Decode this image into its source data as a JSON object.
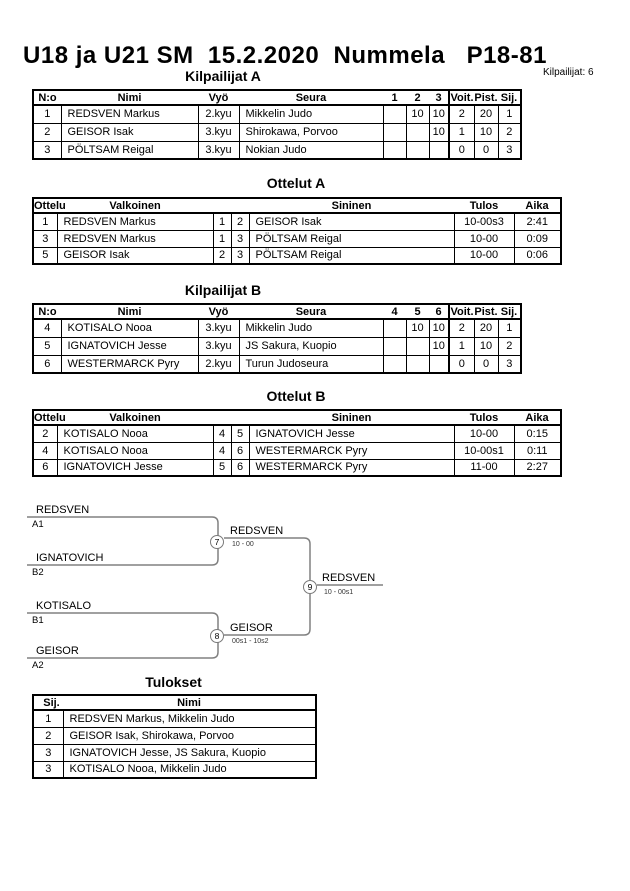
{
  "title": "U18 ja U21 SM  15.2.2020  Nummela   P18-81",
  "competitors_label": "Kilpailijat: 6",
  "pool_a": {
    "heading": "Kilpailijat A",
    "headers": {
      "no": "N:o",
      "name": "Nimi",
      "belt": "Vyö",
      "club": "Seura",
      "c1": "1",
      "c2": "2",
      "c3": "3",
      "wins": "Voit.",
      "points": "Pist.",
      "place": "Sij."
    },
    "rows": [
      {
        "no": "1",
        "name": "REDSVEN Markus",
        "belt": "2.kyu",
        "club": "Mikkelin Judo",
        "c1": "",
        "c2": "10",
        "c3": "10",
        "wins": "2",
        "points": "20",
        "place": "1"
      },
      {
        "no": "2",
        "name": "GEISOR Isak",
        "belt": "3.kyu",
        "club": "Shirokawa, Porvoo",
        "c1": "",
        "c2": "",
        "c3": "10",
        "wins": "1",
        "points": "10",
        "place": "2"
      },
      {
        "no": "3",
        "name": "PÖLTSAM Reigal",
        "belt": "3.kyu",
        "club": "Nokian Judo",
        "c1": "",
        "c2": "",
        "c3": "",
        "wins": "0",
        "points": "0",
        "place": "3"
      }
    ]
  },
  "matches_a": {
    "heading": "Ottelut A",
    "headers": {
      "match": "Ottelu",
      "white": "Valkoinen",
      "blue": "Sininen",
      "result": "Tulos",
      "time": "Aika"
    },
    "rows": [
      {
        "match": "1",
        "white": "REDSVEN Markus",
        "wn": "1",
        "bn": "2",
        "blue": "GEISOR Isak",
        "result": "10-00s3",
        "time": "2:41"
      },
      {
        "match": "3",
        "white": "REDSVEN Markus",
        "wn": "1",
        "bn": "3",
        "blue": "PÖLTSAM Reigal",
        "result": "10-00",
        "time": "0:09"
      },
      {
        "match": "5",
        "white": "GEISOR Isak",
        "wn": "2",
        "bn": "3",
        "blue": "PÖLTSAM Reigal",
        "result": "10-00",
        "time": "0:06"
      }
    ]
  },
  "pool_b": {
    "heading": "Kilpailijat B",
    "headers": {
      "no": "N:o",
      "name": "Nimi",
      "belt": "Vyö",
      "club": "Seura",
      "c1": "4",
      "c2": "5",
      "c3": "6",
      "wins": "Voit.",
      "points": "Pist.",
      "place": "Sij."
    },
    "rows": [
      {
        "no": "4",
        "name": "KOTISALO Nooa",
        "belt": "3.kyu",
        "club": "Mikkelin Judo",
        "c1": "",
        "c2": "10",
        "c3": "10",
        "wins": "2",
        "points": "20",
        "place": "1"
      },
      {
        "no": "5",
        "name": "IGNATOVICH Jesse",
        "belt": "3.kyu",
        "club": "JS Sakura, Kuopio",
        "c1": "",
        "c2": "",
        "c3": "10",
        "wins": "1",
        "points": "10",
        "place": "2"
      },
      {
        "no": "6",
        "name": "WESTERMARCK Pyry",
        "belt": "2.kyu",
        "club": "Turun Judoseura",
        "c1": "",
        "c2": "",
        "c3": "",
        "wins": "0",
        "points": "0",
        "place": "3"
      }
    ]
  },
  "matches_b": {
    "heading": "Ottelut B",
    "headers": {
      "match": "Ottelu",
      "white": "Valkoinen",
      "blue": "Sininen",
      "result": "Tulos",
      "time": "Aika"
    },
    "rows": [
      {
        "match": "2",
        "white": "KOTISALO Nooa",
        "wn": "4",
        "bn": "5",
        "blue": "IGNATOVICH Jesse",
        "result": "10-00",
        "time": "0:15"
      },
      {
        "match": "4",
        "white": "KOTISALO Nooa",
        "wn": "4",
        "bn": "6",
        "blue": "WESTERMARCK Pyry",
        "result": "10-00s1",
        "time": "0:11"
      },
      {
        "match": "6",
        "white": "IGNATOVICH Jesse",
        "wn": "5",
        "bn": "6",
        "blue": "WESTERMARCK Pyry",
        "result": "11-00",
        "time": "2:27"
      }
    ]
  },
  "bracket": {
    "line_color": "#808080",
    "sf1": {
      "number": "7",
      "top_name": "REDSVEN",
      "top_seed": "A1",
      "bottom_name": "IGNATOVICH",
      "bottom_seed": "B2",
      "winner": "REDSVEN",
      "score": "10 - 00"
    },
    "sf2": {
      "number": "8",
      "top_name": "KOTISALO",
      "top_seed": "B1",
      "bottom_name": "GEISOR",
      "bottom_seed": "A2",
      "winner": "GEISOR",
      "score": "00s1 - 10s2"
    },
    "final": {
      "number": "9",
      "winner": "REDSVEN",
      "score": "10 - 00s1"
    }
  },
  "results": {
    "heading": "Tulokset",
    "headers": {
      "place": "Sij.",
      "name": "Nimi"
    },
    "rows": [
      {
        "place": "1",
        "name": "REDSVEN Markus, Mikkelin Judo"
      },
      {
        "place": "2",
        "name": "GEISOR Isak, Shirokawa, Porvoo"
      },
      {
        "place": "3",
        "name": "IGNATOVICH Jesse, JS Sakura, Kuopio"
      },
      {
        "place": "3",
        "name": "KOTISALO Nooa, Mikkelin Judo"
      }
    ]
  }
}
